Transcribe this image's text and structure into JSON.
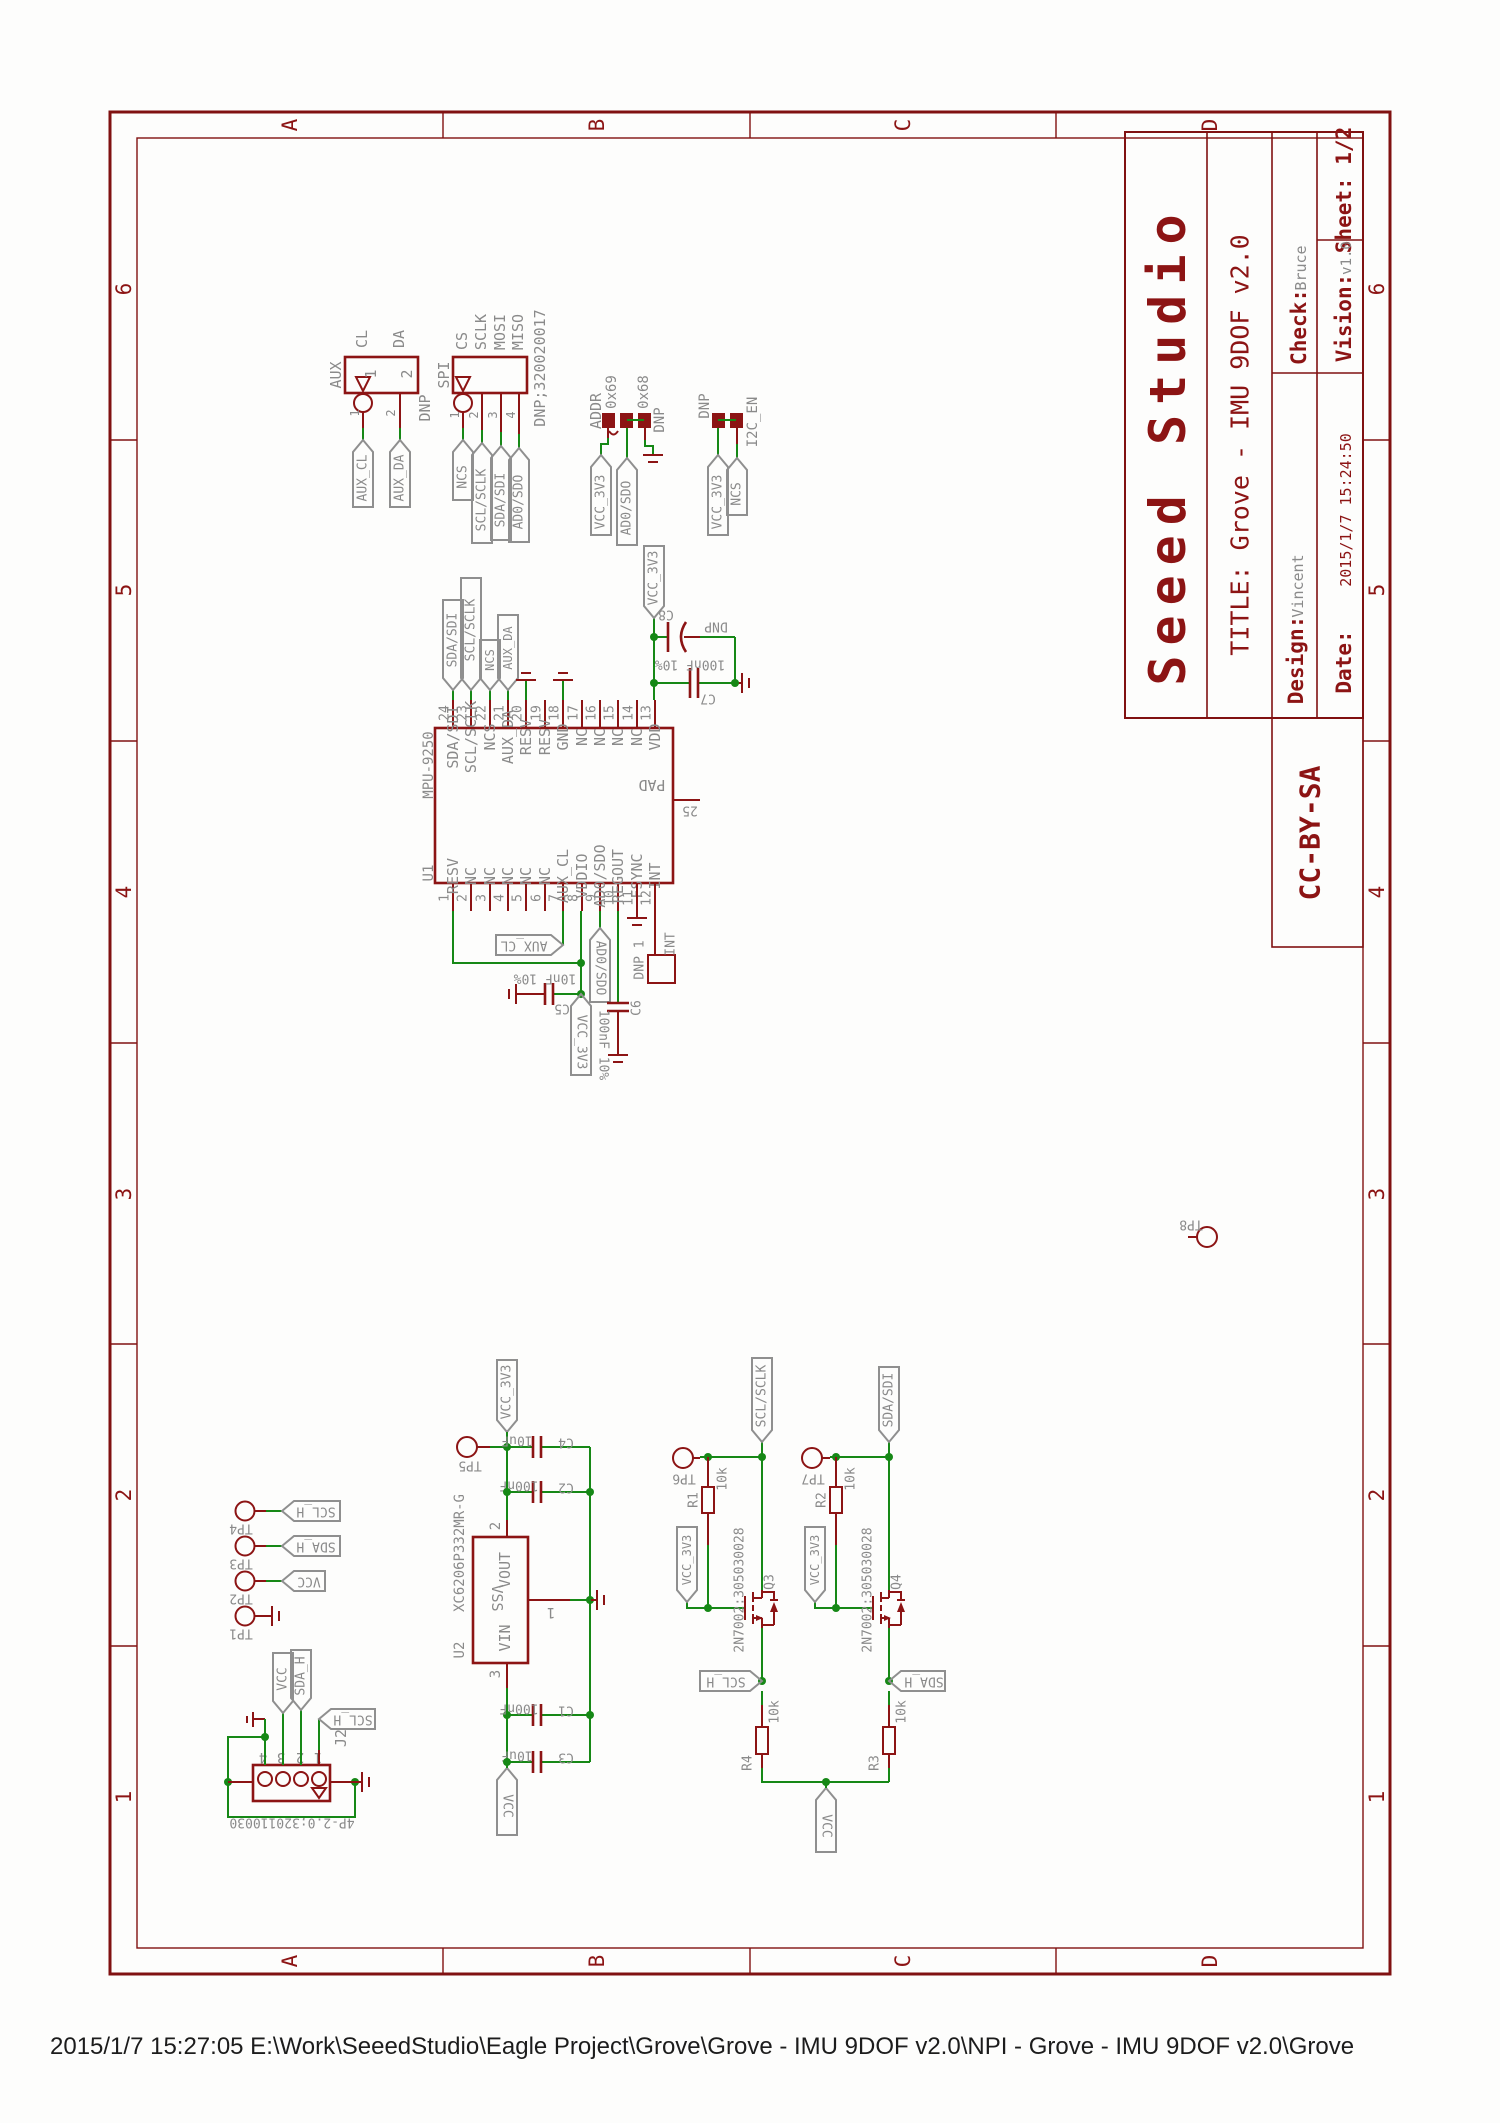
{
  "frame": {
    "cols": [
      "A",
      "B",
      "C",
      "D"
    ],
    "rows": [
      "6",
      "5",
      "4",
      "3",
      "2",
      "1"
    ]
  },
  "tb": {
    "brand": "Seeed Studio",
    "title": "TITLE: Grove - IMU 9DOF v2.0",
    "design_l": "Design:",
    "design_v": "Vincent",
    "check_l": "Check:",
    "check_v": "Bruce",
    "date_l": "Date:",
    "date_v": "2015/1/7 15:24:50",
    "vision_l": "Vision:",
    "vision_v": "v1.0",
    "sheet": "Sheet: 1/2",
    "license": "CC-BY-SA"
  },
  "footer": "2015/1/7 15:27:05  E:\\Work\\SeeedStudio\\Eagle Project\\Grove\\Grove - IMU 9DOF v2.0\\NPI - Grove - IMU 9DOF v2.0\\Grove",
  "aux": {
    "ref": "AUX",
    "p1": "CL",
    "p2": "DA",
    "n1": "1",
    "n2": "2",
    "note": "DNP",
    "net1": "AUX_CL",
    "net2": "AUX_DA"
  },
  "spi": {
    "ref": "SPI",
    "p0": "CS",
    "p1": "SCLK",
    "p2": "MOSI",
    "p3": "MISO",
    "n0": "1",
    "n1": "2",
    "n2": "3",
    "n3": "4",
    "note": "DNP;320020017",
    "net0": "NCS",
    "net1": "SCL/SCLK",
    "net2": "SDA/SDI",
    "net3": "AD0/SDO"
  },
  "addr": {
    "ref": "ADDR",
    "a69": "0x69",
    "a68": "0x68",
    "note": "DNP",
    "net_vcc": "VCC_3V3",
    "net_ad0": "AD0/SDO"
  },
  "i2c": {
    "ref": "I2C_EN",
    "note": "DNP",
    "net_vcc": "VCC_3V3",
    "net_ncs": "NCS"
  },
  "u1": {
    "ref": "U1",
    "part": "MPU-9250",
    "pad": "PAD",
    "pad_n": "25",
    "top": [
      {
        "n": "24",
        "name": "SDA/SDI"
      },
      {
        "n": "23",
        "name": "SCL/SCLK"
      },
      {
        "n": "22",
        "name": "NCS"
      },
      {
        "n": "21",
        "name": "AUX_DA"
      },
      {
        "n": "20",
        "name": "RESV"
      },
      {
        "n": "19",
        "name": "RESV"
      },
      {
        "n": "18",
        "name": "GND"
      },
      {
        "n": "17",
        "name": "NC"
      },
      {
        "n": "16",
        "name": "NC"
      },
      {
        "n": "15",
        "name": "NC"
      },
      {
        "n": "14",
        "name": "NC"
      },
      {
        "n": "13",
        "name": "VDD"
      }
    ],
    "bot": [
      {
        "n": "1",
        "name": "RESV"
      },
      {
        "n": "2",
        "name": "NC"
      },
      {
        "n": "3",
        "name": "NC"
      },
      {
        "n": "4",
        "name": "NC"
      },
      {
        "n": "5",
        "name": "NC"
      },
      {
        "n": "6",
        "name": "NC"
      },
      {
        "n": "7",
        "name": "AUX_CL"
      },
      {
        "n": "8",
        "name": "VDDIO"
      },
      {
        "n": "9",
        "name": "AD0/SDO"
      },
      {
        "n": "10",
        "name": "REGOUT"
      },
      {
        "n": "11",
        "name": "FSYNC"
      },
      {
        "n": "12",
        "name": "INT"
      }
    ],
    "net_sda": "SDA/SDI",
    "net_scl": "SCL/SCLK",
    "net_ncs": "NCS",
    "net_auxda": "AUX_DA",
    "net_vdd": "VCC_3V3",
    "net_auxcl": "AUX_CL",
    "net_vddio": "VCC_3V3",
    "net_ad0": "AD0/SDO",
    "int_note": "DNP 1",
    "int_label": "INT"
  },
  "caps": {
    "c1": {
      "r": "C1",
      "v": "100nF"
    },
    "c2": {
      "r": "C2",
      "v": "100nF"
    },
    "c3": {
      "r": "C3",
      "v": "10uF"
    },
    "c4": {
      "r": "C4",
      "v": "10uF"
    },
    "c5": {
      "r": "C5",
      "v": "10nF 10%"
    },
    "c6": {
      "r": "C6",
      "v": "100nF 10%"
    },
    "c7": {
      "r": "C7",
      "v": "100nF 10%"
    },
    "c8": {
      "r": "C8",
      "v": "DNP"
    }
  },
  "tps": {
    "t1": "TP1",
    "t2": "TP2",
    "t3": "TP3",
    "t4": "TP4",
    "t5": "TP5",
    "t6": "TP6",
    "t7": "TP7",
    "t8": "TP8"
  },
  "tpnets": {
    "scl": "SCL_H",
    "sda": "SDA_H",
    "vcc": "VCC"
  },
  "u2": {
    "ref": "U2",
    "part": "XC6206P332MR-G",
    "vout": "VOUT",
    "vss": "VSS",
    "vin": "VIN",
    "n1": "1",
    "n2": "2",
    "n3": "3",
    "vin_net": "VCC",
    "vout_net": "VCC_3V3"
  },
  "j2": {
    "ref": "J2",
    "val": "4P-2.0;320110030",
    "n0": "4",
    "n1": "3",
    "n2": "2",
    "n3": "1",
    "vcc": "VCC",
    "sda": "SDA_H",
    "scl": "SCL_H"
  },
  "ls": {
    "q3": "Q3",
    "q4": "Q4",
    "part": "2N7002:305030028",
    "r1": "R1",
    "r2": "R2",
    "r3": "R3",
    "r4": "R4",
    "rv": "10k",
    "scl": "SCL/SCLK",
    "sda": "SDA/SDI",
    "sclh": "SCL_H",
    "sdah": "SDA_H",
    "v33": "VCC_3V3",
    "vcc": "VCC"
  }
}
